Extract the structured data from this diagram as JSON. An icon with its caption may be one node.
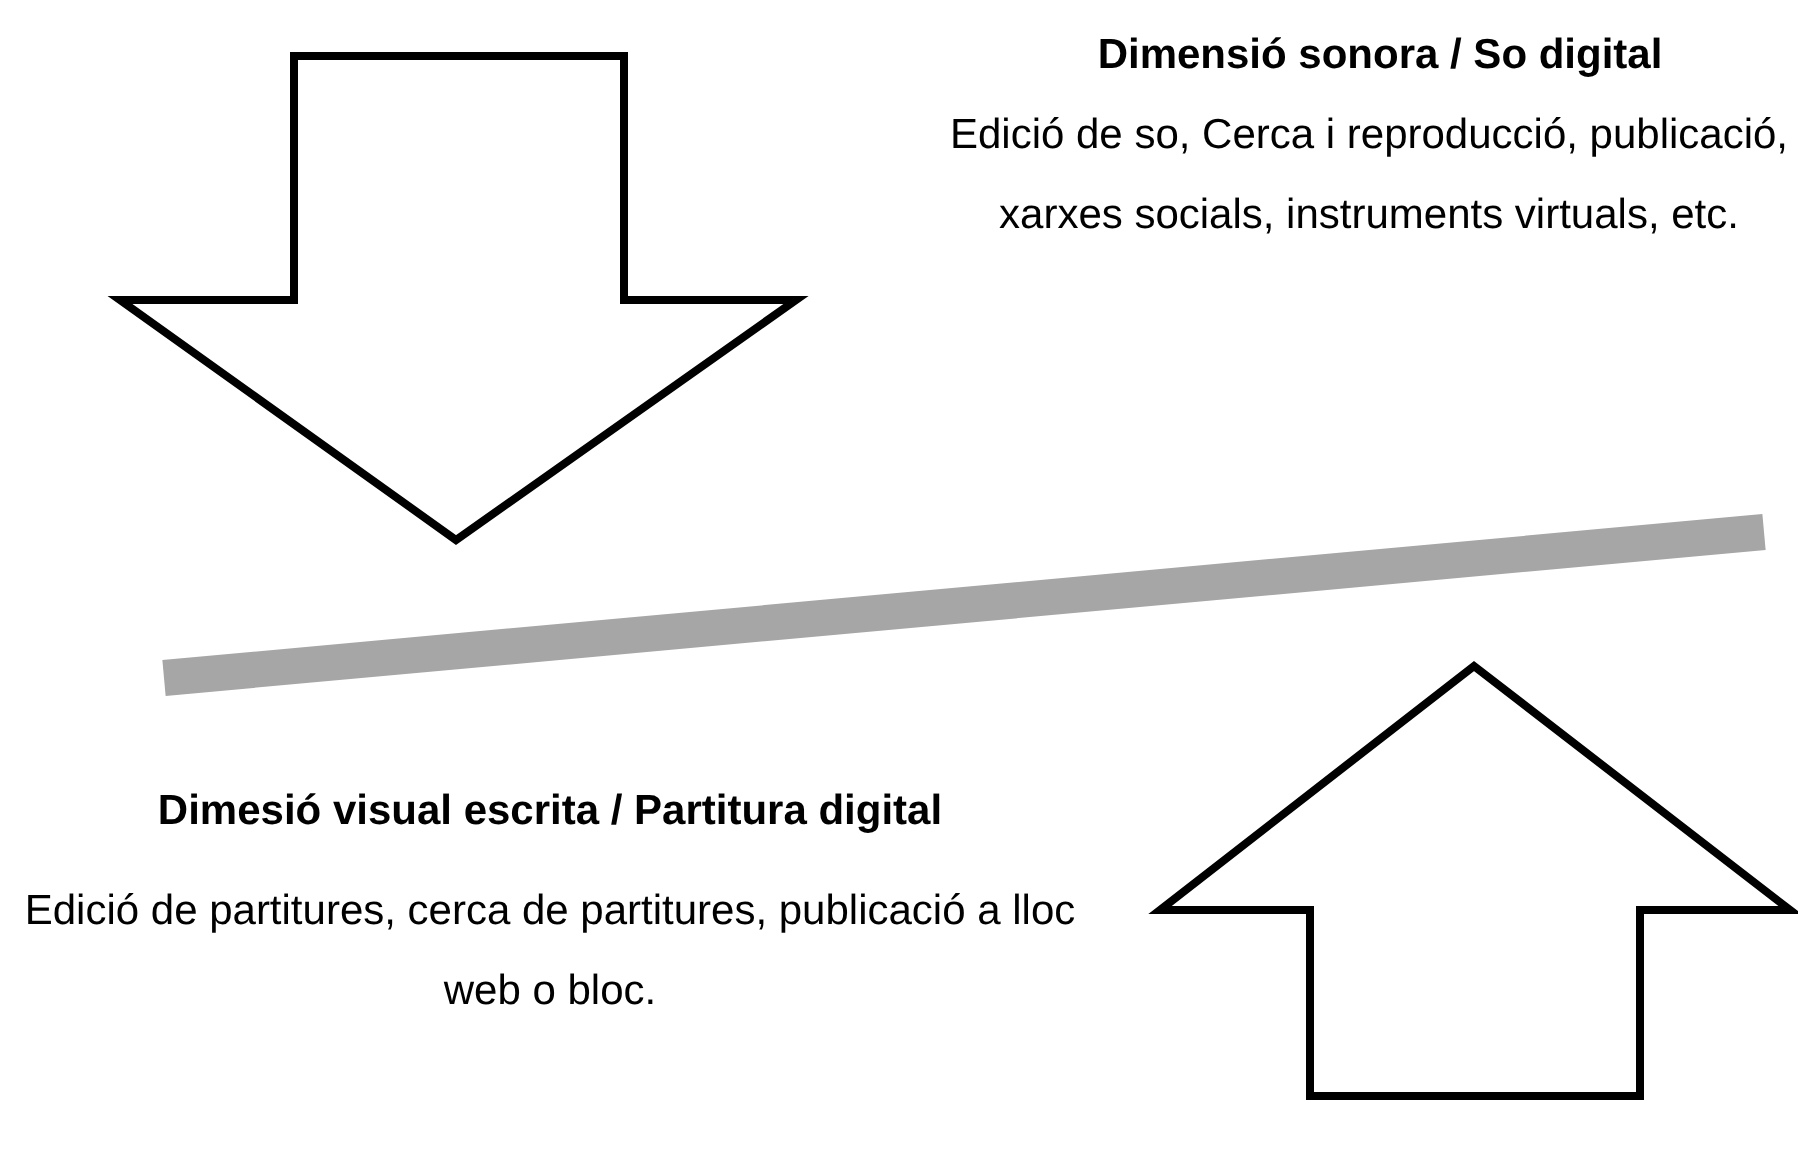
{
  "diagram": {
    "labels": [
      "Dimensió sonora / So digital",
      "Edició de so, Cerca i reproducció, publicació, xarxes socials, instruments virtuals, etc.",
      "Dimesió visual escrita / Partitura digital",
      "Edició de partitures, cerca de partitures, publicació a lloc web o bloc."
    ]
  }
}
